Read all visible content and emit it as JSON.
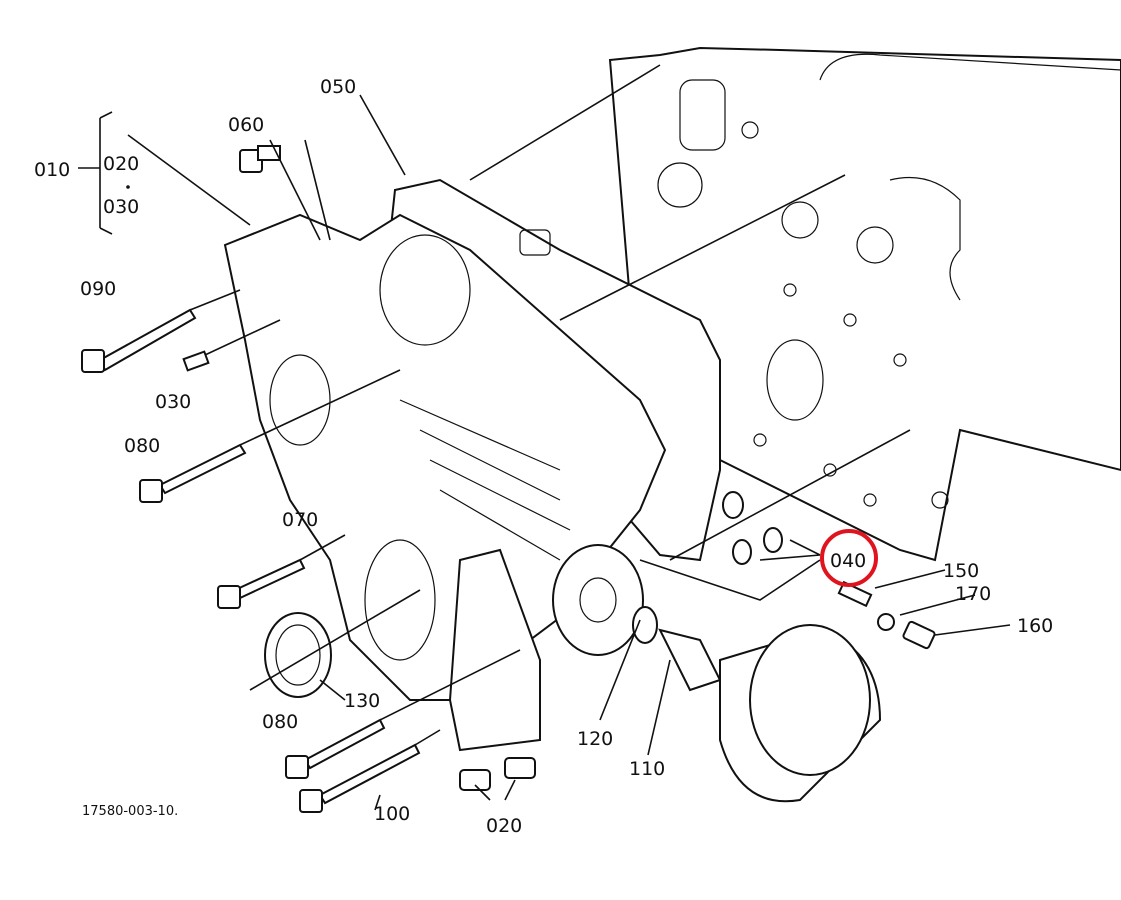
{
  "diagram": {
    "labels": {
      "p010": "010",
      "p020_top": "020",
      "p030_top": "030",
      "p050": "050",
      "p060": "060",
      "p090": "090",
      "p030": "030",
      "p080_top": "080",
      "p070": "070",
      "p130": "130",
      "p080_bottom": "080",
      "p100": "100",
      "p020_bottom": "020",
      "p120": "120",
      "p110": "110",
      "p040": "040",
      "p150": "150",
      "p170": "170",
      "p160": "160"
    },
    "drawing_number": "17580-003-10.",
    "highlight": {
      "part": "040",
      "color": "#e0141e"
    }
  }
}
